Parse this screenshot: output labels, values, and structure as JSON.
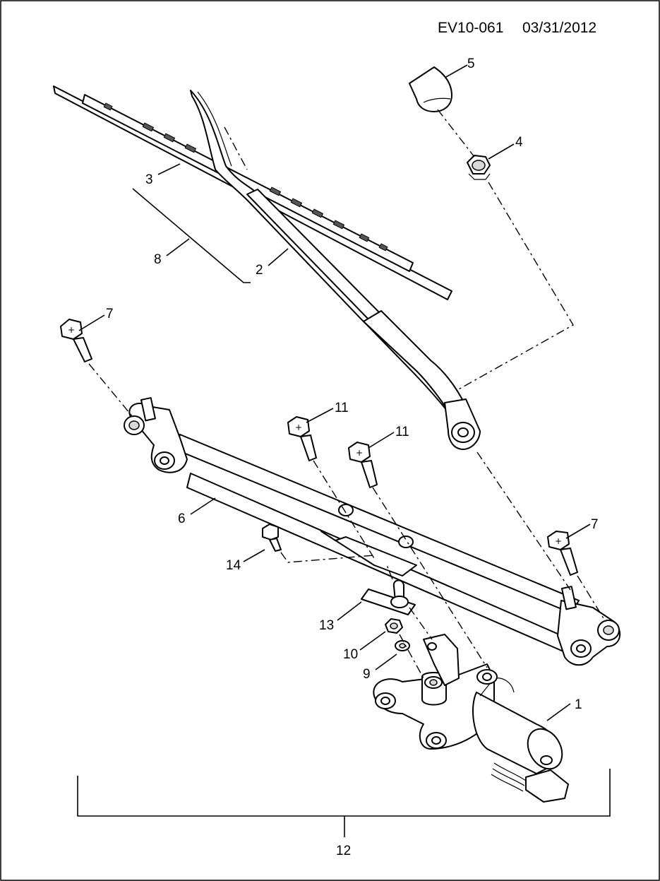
{
  "header": {
    "document_id": "EV10-061",
    "date": "03/31/2012"
  },
  "callouts": [
    {
      "id": "c1",
      "text": "1"
    },
    {
      "id": "c2",
      "text": "2"
    },
    {
      "id": "c3",
      "text": "3"
    },
    {
      "id": "c4",
      "text": "4"
    },
    {
      "id": "c5",
      "text": "5"
    },
    {
      "id": "c6",
      "text": "6"
    },
    {
      "id": "c7a",
      "text": "7"
    },
    {
      "id": "c7b",
      "text": "7"
    },
    {
      "id": "c8",
      "text": "8"
    },
    {
      "id": "c9",
      "text": "9"
    },
    {
      "id": "c10",
      "text": "10"
    },
    {
      "id": "c11a",
      "text": "11"
    },
    {
      "id": "c11b",
      "text": "11"
    },
    {
      "id": "c12",
      "text": "12"
    },
    {
      "id": "c13",
      "text": "13"
    },
    {
      "id": "c14",
      "text": "14"
    }
  ]
}
